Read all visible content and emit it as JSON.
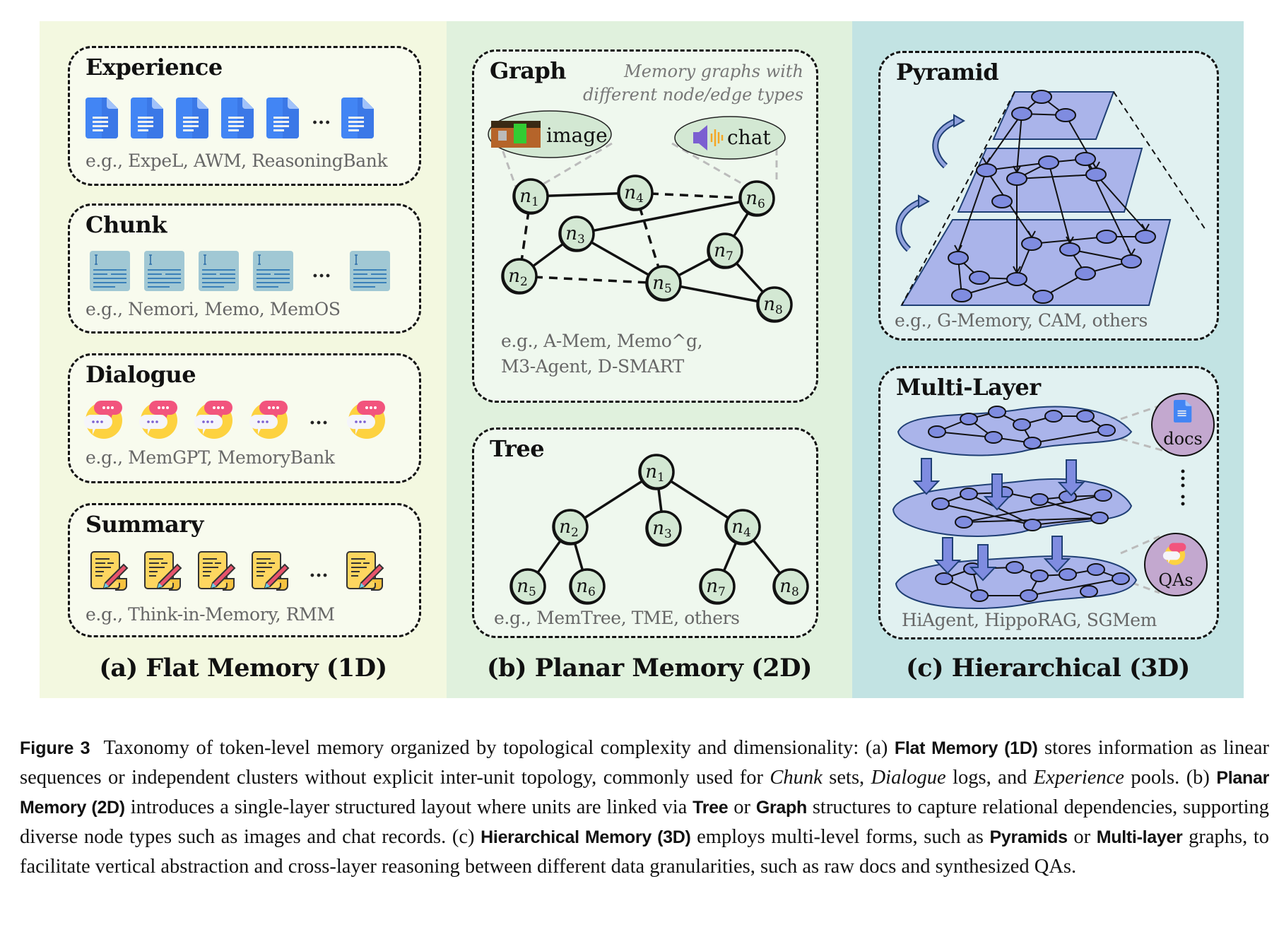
{
  "figure": {
    "columns": [
      {
        "label": "(a) Flat Memory (1D)",
        "boxes": [
          {
            "title": "Experience",
            "icon": "document-icon",
            "examples": "e.g., ExpeL, AWM, ReasoningBank"
          },
          {
            "title": "Chunk",
            "icon": "text-chunk-icon",
            "examples": "e.g., Nemori, Memo, MemOS"
          },
          {
            "title": "Dialogue",
            "icon": "chat-bubbles-icon",
            "examples": "e.g., MemGPT, MemoryBank"
          },
          {
            "title": "Summary",
            "icon": "note-pencil-icon",
            "examples": "e.g., Think-in-Memory, RMM"
          }
        ],
        "ellipsis": "..."
      },
      {
        "label": "(b) Planar Memory (2D)",
        "boxes": [
          {
            "title": "Graph",
            "annotation_line1": "Memory graphs with",
            "annotation_line2": "different node/edge types",
            "image_node_label": "image",
            "chat_node_label": "chat",
            "examples_line1": "e.g., A-Mem, Memo^g,",
            "examples_line2": "M3-Agent, D-SMART",
            "nodes": [
              "n1",
              "n2",
              "n3",
              "n4",
              "n5",
              "n6",
              "n7",
              "n8"
            ]
          },
          {
            "title": "Tree",
            "examples": "e.g., MemTree, TME, others",
            "nodes": [
              "n1",
              "n2",
              "n3",
              "n4",
              "n5",
              "n6",
              "n7",
              "n8"
            ]
          }
        ]
      },
      {
        "label": "(c) Hierarchical  (3D)",
        "boxes": [
          {
            "title": "Pyramid",
            "examples": "e.g., G-Memory, CAM, others"
          },
          {
            "title": "Multi-Layer",
            "docs_label": "docs",
            "qas_label": "QAs",
            "examples": "HiAgent, HippoRAG, SGMem"
          }
        ]
      }
    ]
  },
  "caption": {
    "figure_label": "Figure 3",
    "text_1": "Taxonomy of token-level memory organized by topological complexity and dimensionality: (a)",
    "bold_1": "Flat Memory (1D)",
    "text_2": "stores information as linear sequences or independent clusters without explicit inter-unit topology, commonly used for",
    "ital_1": "Chunk",
    "text_3": "sets,",
    "ital_2": "Dialogue",
    "text_4": "logs, and",
    "ital_3": "Experience",
    "text_5": "pools. (b)",
    "bold_2": "Planar Memory (2D)",
    "text_6": "introduces a single-layer structured layout where units are linked via",
    "bold_3": "Tree",
    "text_7": "or",
    "bold_4": "Graph",
    "text_8": "structures to capture relational dependencies, supporting diverse node types such as images and chat records. (c)",
    "bold_5": "Hierarchical Memory (3D)",
    "text_9": "employs multi-level forms, such as",
    "bold_6": "Pyramids",
    "text_10": "or",
    "bold_7": "Multi-layer",
    "text_11": "graphs, to facilitate vertical abstraction and cross-layer reasoning between different data granularities, such as raw docs and synthesized QAs."
  },
  "colors": {
    "flat_bg": "#f3f8e0",
    "planar_bg": "#e0f1dd",
    "hier_bg": "#c2e3e3",
    "node_fill": "#d3e8d3",
    "layer_fill": "#a9b4ea",
    "layer_node": "#7f8ce0",
    "doc_blue": "#4285f4",
    "purple_circle": "#c3a8cf"
  }
}
